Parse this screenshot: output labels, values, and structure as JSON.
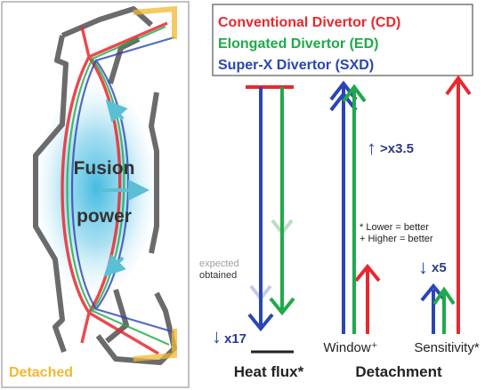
{
  "legend": {
    "items": [
      {
        "label": "Conventional Divertor (CD)",
        "color": "#e8282f"
      },
      {
        "label": "Elongated Divertor (ED)",
        "color": "#1faa4a"
      },
      {
        "label": "Super-X Divertor (SXD)",
        "color": "#2b45b4"
      }
    ]
  },
  "tokamak": {
    "fusion_line1": "Fusion",
    "fusion_line2": "power",
    "detached_label": "Detached",
    "wall_color": "#6b6b6b",
    "plasma_color": "#5cc9e6",
    "detached_color": "#f2b830"
  },
  "annotations": {
    "factor_window": ">x3.5",
    "factor_heat": "x17",
    "factor_sensitivity": "x5",
    "note_lower": "* Lower = better",
    "note_higher": "+ Higher = better",
    "expected": "expected",
    "obtained": "obtained",
    "expected_color": "#a0a0a0",
    "text_color": "#2b3a8c"
  },
  "axis_labels": {
    "heat_flux": "Heat flux*",
    "window": "Window⁺",
    "sensitivity": "Sensitivity*",
    "detachment": "Detachment"
  }
}
